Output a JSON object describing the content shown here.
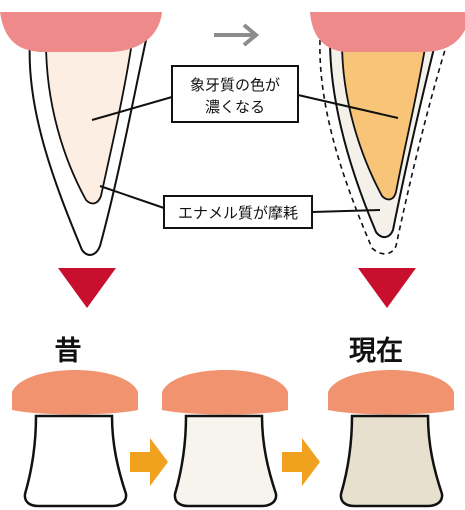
{
  "labels": {
    "dentin_line1": "象牙質の色が",
    "dentin_line2": "濃くなる",
    "enamel": "エナメル質が摩耗",
    "past": "昔",
    "present": "現在"
  },
  "colors": {
    "gum": "#ee8a8a",
    "gum_cap": "#f0936e",
    "dentin_past": "#fdeee3",
    "dentin_present": "#f7c478",
    "enamel": "#ffffff",
    "tooth_present_enamel": "#f3f1ea",
    "tooth_white": "#ffffff",
    "tooth_mid": "#f6f4ec",
    "tooth_dark": "#e7e0cf",
    "triangle": "#c8102e",
    "arrow_orange": "#f0a21e",
    "arrow_gray": "#8c8c8c",
    "outline": "#111111"
  },
  "icons": {
    "top_arrow": "right-arrow-icon",
    "down_arrows": "down-triangle-icon",
    "row_arrows": "right-arrow-icon"
  }
}
